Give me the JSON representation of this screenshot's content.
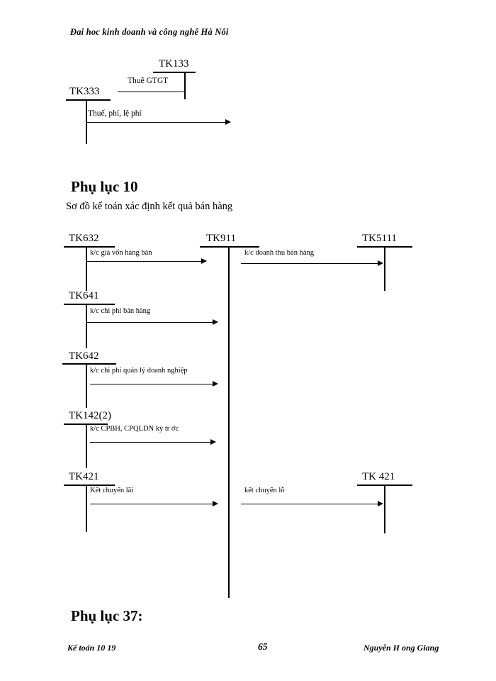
{
  "header": {
    "university": "Đai hoc kinh doanh và công nghê Hà Nôi"
  },
  "diagram_top": {
    "accounts": {
      "tk333": "TK333",
      "tk133": "TK133"
    },
    "flows": {
      "thue_gtgt": "Thuế GTGT",
      "thue_phi_le_phi": "Thuế, phí, lệ phí"
    }
  },
  "section": {
    "title": "Phụ lục 10",
    "subtitle": "Sơ đồ kế toán xác định kết quả bán hàng"
  },
  "diagram_main": {
    "accounts": {
      "tk632": "TK632",
      "tk641": "TK641",
      "tk642": "TK642",
      "tk142_2": "TK142(2)",
      "tk421_left": "TK421",
      "tk911": "TK911",
      "tk5111": "TK5111",
      "tk421_right": "TK 421"
    },
    "flows": {
      "gia_von": "k/c giá vốn hàng bán",
      "doanh_thu": "k/c doanh thu bán hàng",
      "chi_phi_ban_hang": "k/c chi phí bán hàng",
      "chi_phi_qldn": "k/c chi phí quản lý doanh nghiệp",
      "cpbh_cpqldn": "k/c CPBH, CPQLDN kỳ tr  ớc",
      "ket_chuyen_lai": "Kết chuyển  lãi",
      "ket_chuyen_lo": "kết chuyển lỗ"
    }
  },
  "section2": {
    "title": "Phụ lục 37:"
  },
  "footer": {
    "left": "Kế toán 10  19",
    "page": "65",
    "right": "Nguyễn H  ong Giang"
  }
}
